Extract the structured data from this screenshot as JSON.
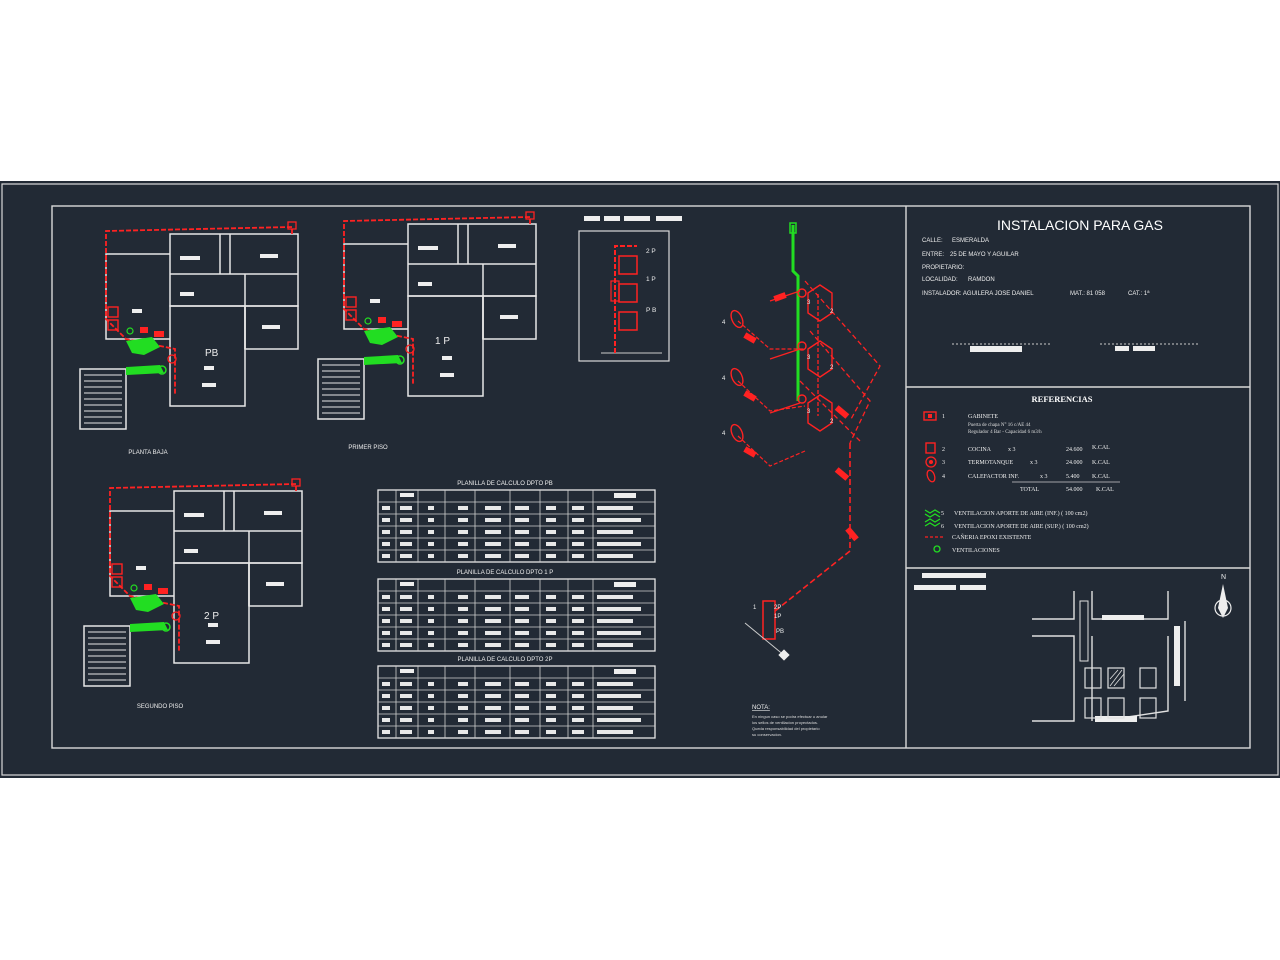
{
  "title_block": {
    "title": "INSTALACION PARA GAS",
    "calle_label": "CALLE:",
    "calle_value": "ESMERALDA",
    "entre_label": "ENTRE:",
    "entre_value": "25 DE MAYO Y AGUILAR",
    "propietario_label": "PROPIETARIO:",
    "localidad_label": "LOCALIDAD:",
    "localidad_value": "RAMDON",
    "instalador": "INSTALADOR: AGUILERA JOSE DANIEL",
    "matricula": "MAT.: 81 058",
    "categoria": "CAT.: 1ª"
  },
  "plans": [
    {
      "floor_code": "PB",
      "caption": "PLANTA BAJA"
    },
    {
      "floor_code": "1 P",
      "caption": "PRIMER PISO"
    },
    {
      "floor_code": "2 P",
      "caption": "SEGUNDO PISO"
    }
  ],
  "tables": [
    {
      "caption": "PLANILLA DE CALCULO DPTO PB"
    },
    {
      "caption": "PLANILLA DE CALCULO DPTO 1 P"
    },
    {
      "caption": "PLANILLA DE CALCULO DPTO 2P"
    }
  ],
  "riser": {
    "labels": [
      "2 P",
      "1 P",
      "P B"
    ]
  },
  "isometric": {
    "appliance_tags": [
      "4",
      "4",
      "4",
      "3",
      "3",
      "3",
      "2",
      "2",
      "2"
    ],
    "base_labels": [
      "1",
      "2P",
      "1P",
      "PB"
    ]
  },
  "note": {
    "title": "NOTA:",
    "lines": [
      "En ningun caso se podra efectuar u anular",
      "los sellos de ventilacion proyectados.",
      "Queda responsabilidad del propietario",
      "su conservacion."
    ]
  },
  "references": {
    "title": "REFERENCIAS",
    "items": [
      {
        "num": "1",
        "text": "GABINETE",
        "sub": [
          "Puerta de chapa N° 16 c/AE 44",
          "Regulador 4 Bar - Capacidad 6 m3/h"
        ]
      },
      {
        "num": "2",
        "text": "COCINA",
        "qty": "x 3",
        "kcal": "24.600",
        "unit": "K.CAL"
      },
      {
        "num": "3",
        "text": "TERMOTANQUE",
        "qty": "x 3",
        "kcal": "24.000",
        "unit": "K.CAL"
      },
      {
        "num": "4",
        "text": "CALEFACTOR INF.",
        "qty": "x 3",
        "kcal": "5.400",
        "unit": "K.CAL"
      }
    ],
    "total_label": "TOTAL",
    "total_value": "54.000",
    "total_unit": "K.CAL",
    "legend": [
      {
        "num": "5",
        "text": "VENTILACION APORTE DE AIRE (INF.) ( 100 cm2)"
      },
      {
        "num": "6",
        "text": "VENTILACION APORTE DE AIRE (SUP.) ( 100 cm2)"
      },
      {
        "num": "",
        "text": "CAÑERIA EPOXI EXISTENTE"
      },
      {
        "num": "",
        "text": "VENTILACIONES"
      }
    ]
  },
  "location_map": {
    "north_label": "N"
  },
  "colors": {
    "background": "#222a35",
    "lines": "#ffffff",
    "gas_pipe": "#ff2222",
    "ventilation": "#22dd22"
  }
}
